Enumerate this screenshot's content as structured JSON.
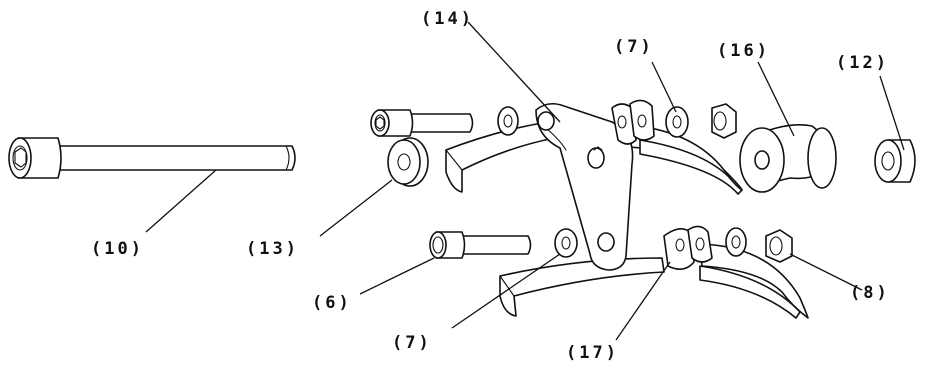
{
  "callouts": {
    "c14": "(14)",
    "c7_top": "(7)",
    "c16": "(16)",
    "c12": "(12)",
    "c10": "(10)",
    "c13": "(13)",
    "c6": "(6)",
    "c7_bottom": "(7)",
    "c17": "(17)",
    "c8": "(8)"
  }
}
